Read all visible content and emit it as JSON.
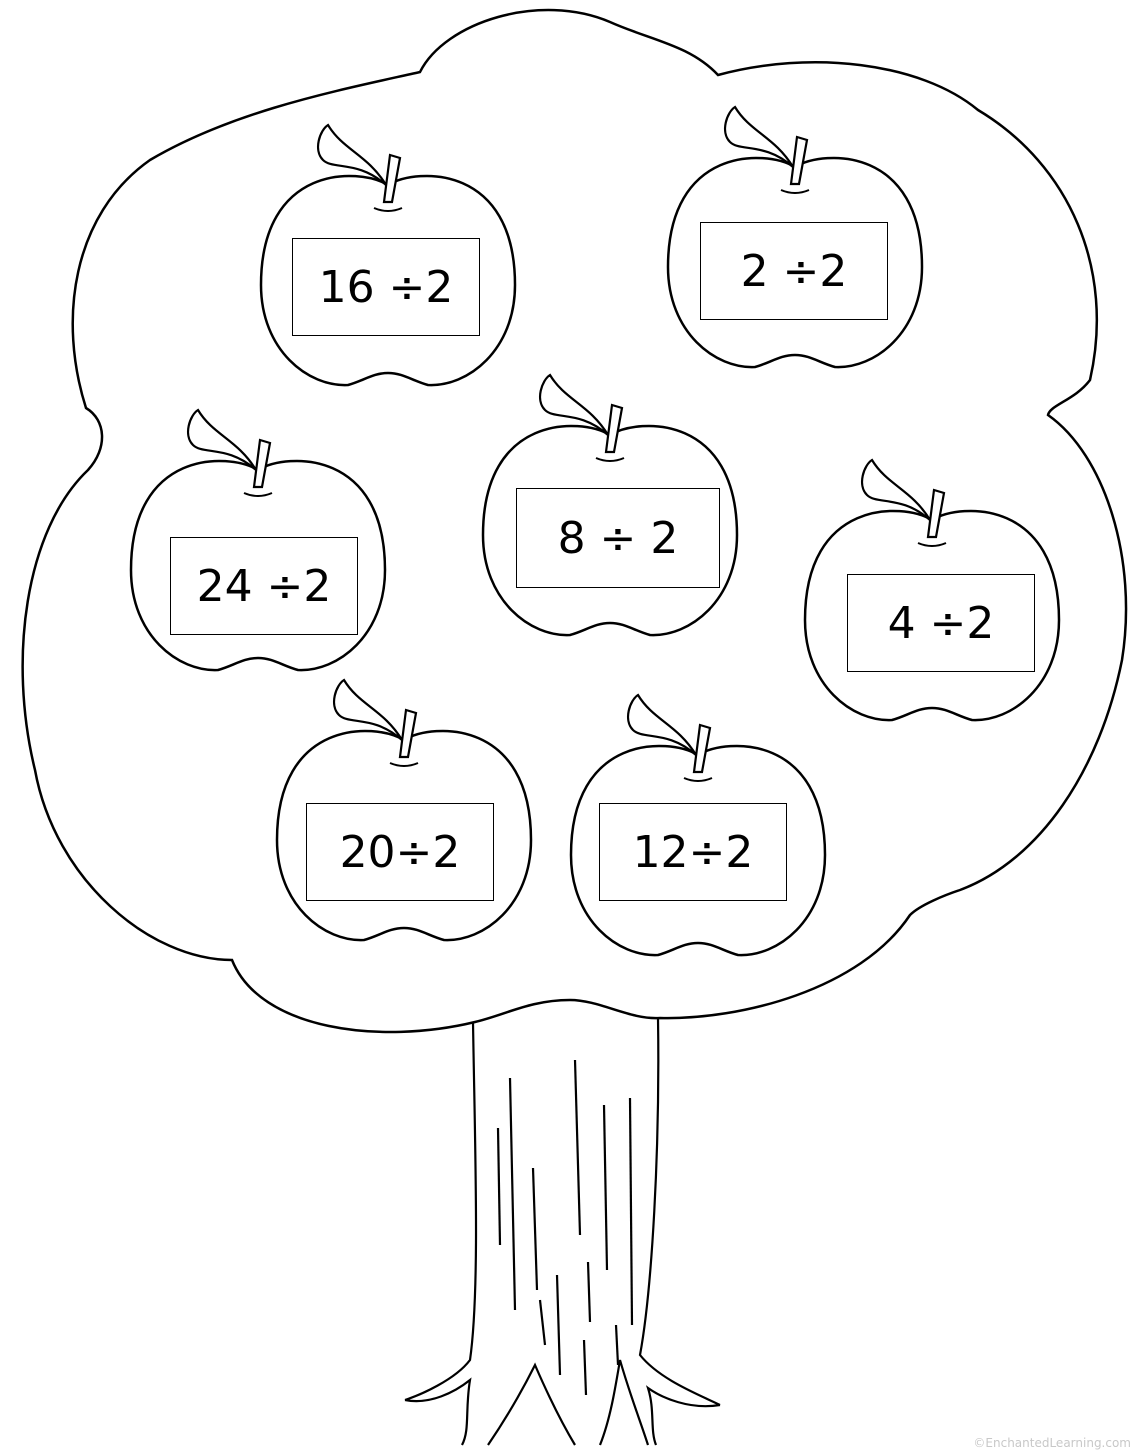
{
  "apples": [
    {
      "id": "apple-1",
      "problem": "16 ÷2"
    },
    {
      "id": "apple-2",
      "problem": "2 ÷2"
    },
    {
      "id": "apple-3",
      "problem": "24 ÷2"
    },
    {
      "id": "apple-4",
      "problem": "8 ÷ 2"
    },
    {
      "id": "apple-5",
      "problem": "4 ÷2"
    },
    {
      "id": "apple-6",
      "problem": "20÷2"
    },
    {
      "id": "apple-7",
      "problem": "12÷2"
    }
  ],
  "credit": "©EnchantedLearning.com",
  "colors": {
    "line": "#000000",
    "background": "#ffffff"
  }
}
